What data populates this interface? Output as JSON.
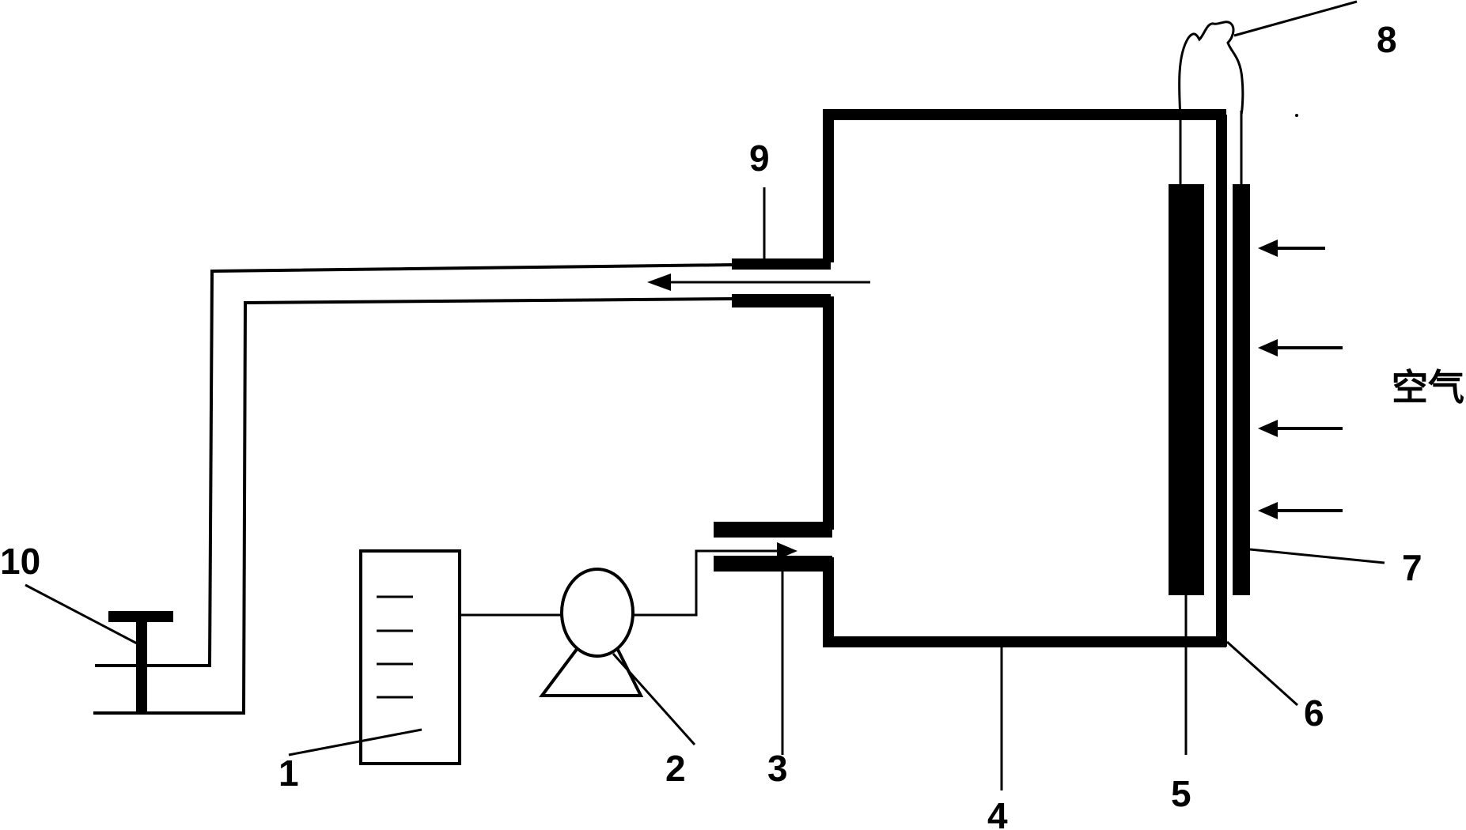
{
  "labels": {
    "l1": "1",
    "l2": "2",
    "l3": "3",
    "l4": "4",
    "l5": "5",
    "l6": "6",
    "l7": "7",
    "l8": "8",
    "l9": "9",
    "l10": "10",
    "air": "空气"
  }
}
